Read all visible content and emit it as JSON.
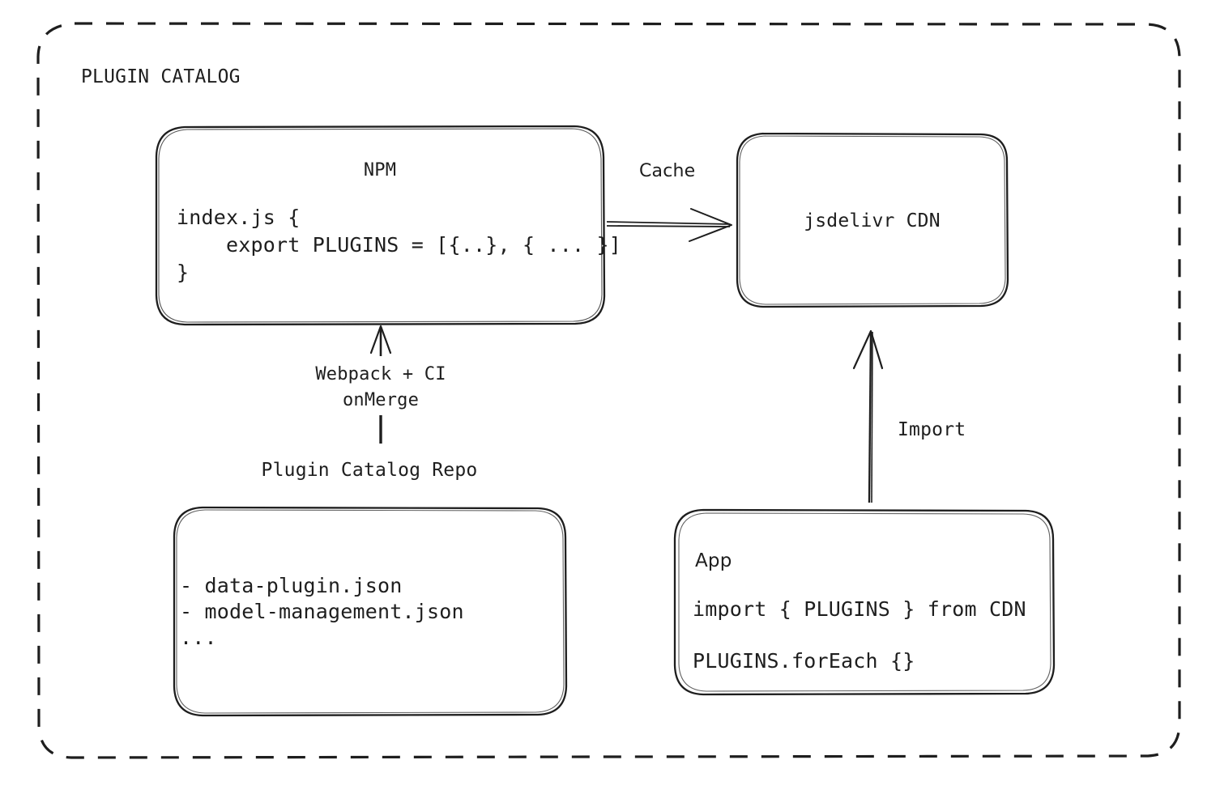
{
  "diagram": {
    "group": {
      "title": "PLUGIN CATALOG"
    },
    "nodes": {
      "npm": {
        "title": "NPM",
        "code": "index.js {\n    export PLUGINS = [{..}, { ... }]\n}"
      },
      "cdn": {
        "title": "jsdelivr CDN"
      },
      "repo": {
        "caption": "Plugin Catalog Repo",
        "files": "- data-plugin.json\n- model-management.json\n..."
      },
      "app": {
        "title": "App",
        "line1": "import { PLUGINS } from CDN",
        "line2": "PLUGINS.forEach {}"
      }
    },
    "edges": {
      "cache": {
        "label": "Cache"
      },
      "build": {
        "label": "Webpack + CI\nonMerge"
      },
      "import": {
        "label": "Import"
      }
    },
    "colors": {
      "stroke": "#1e1e1e",
      "background": "#ffffff"
    }
  }
}
